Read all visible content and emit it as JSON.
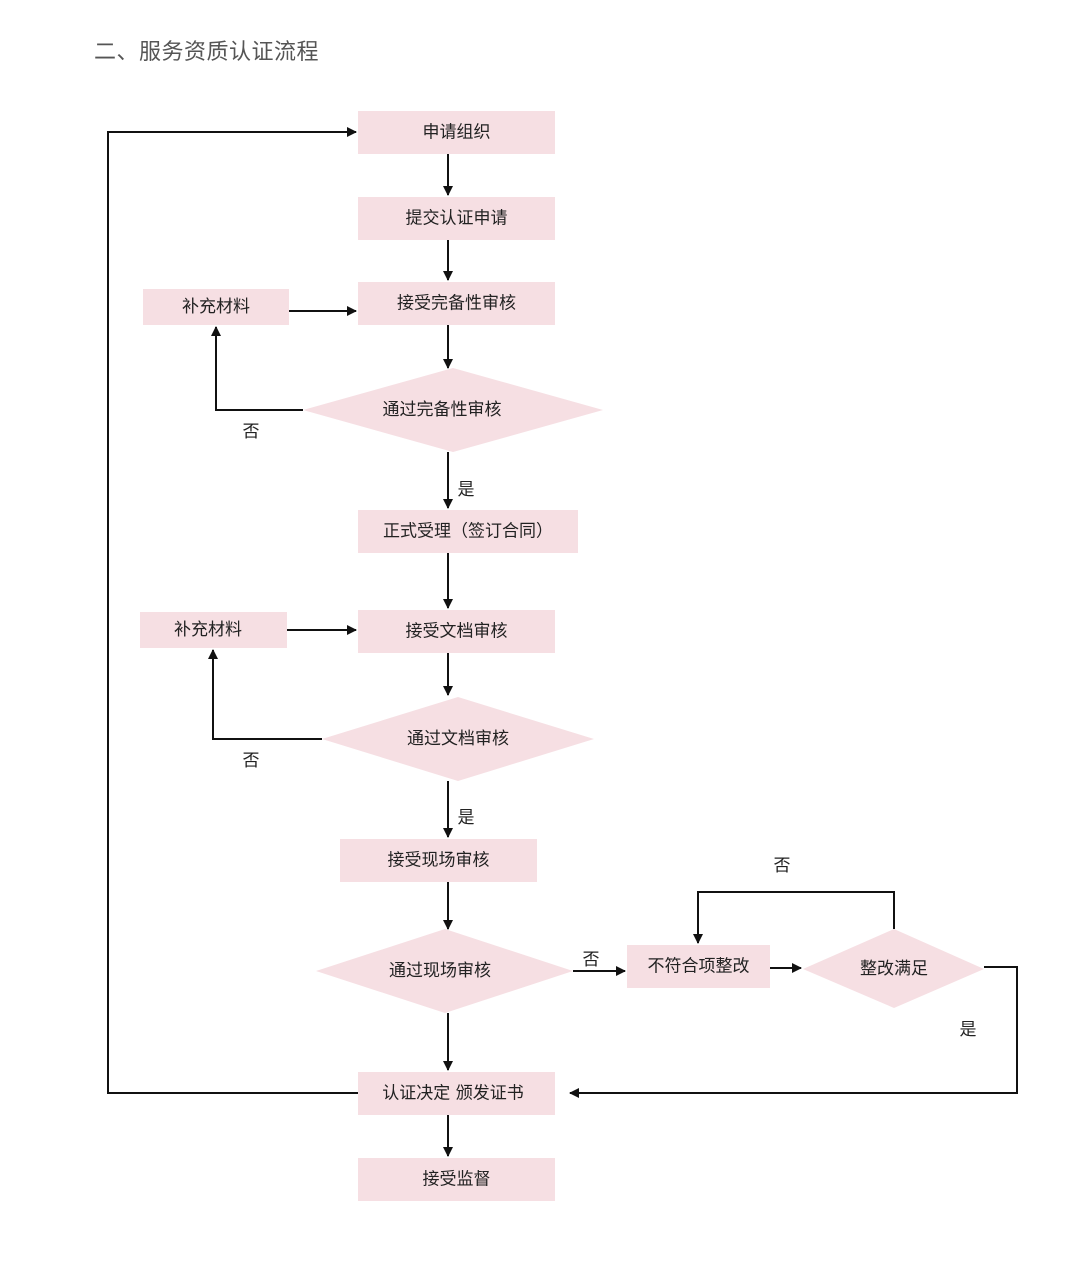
{
  "heading": "二、服务资质认证流程",
  "colors": {
    "node_fill": "#f6dfe3",
    "line": "#111111",
    "text": "#222222"
  },
  "nodes": {
    "apply_org": "申请组织",
    "submit_application": "提交认证申请",
    "completeness_review": "接受完备性审核",
    "supplement_1": "补充材料",
    "pass_completeness": "通过完备性审核",
    "formal_acceptance": "正式受理（签订合同）",
    "document_review": "接受文档审核",
    "supplement_2": "补充材料",
    "pass_document": "通过文档审核",
    "onsite_review": "接受现场审核",
    "pass_onsite": "通过现场审核",
    "nonconformity_fix": "不符合项整改",
    "fix_satisfied": "整改满足",
    "certification_decision": "认证决定 颁发证书",
    "accept_supervision": "接受监督"
  },
  "edge_labels": {
    "no_completeness": "否",
    "yes_completeness": "是",
    "no_document": "否",
    "yes_document": "是",
    "no_onsite": "否",
    "no_fix_loop": "否",
    "yes_fix": "是"
  }
}
